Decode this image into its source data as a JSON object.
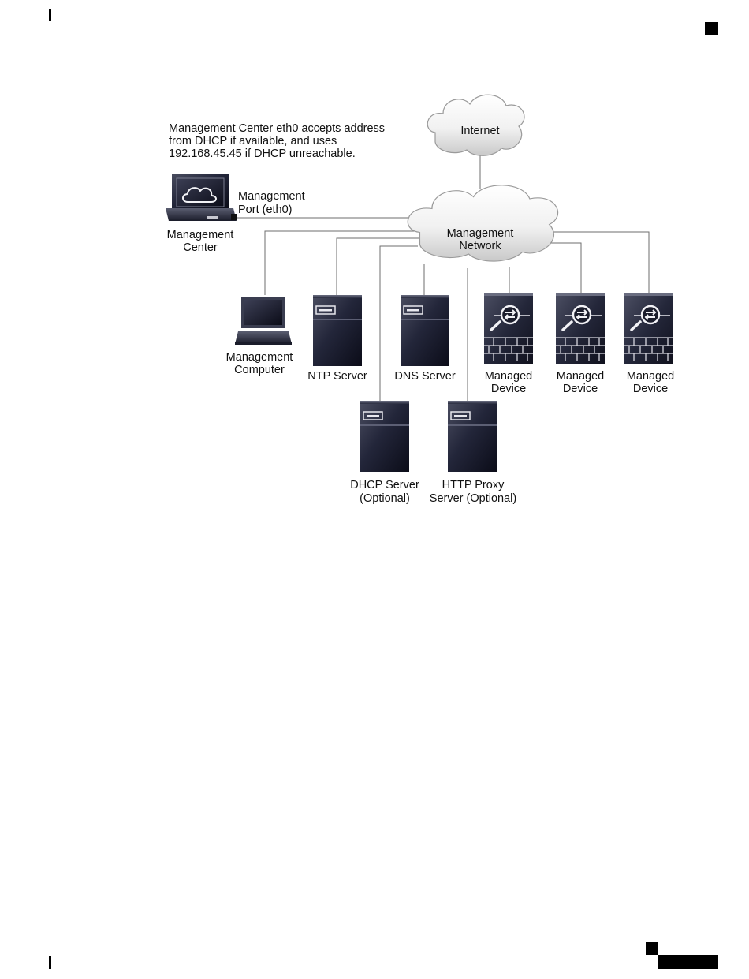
{
  "note": {
    "lines": [
      "Management Center eth0 accepts address",
      "from DHCP if available, and uses",
      "192.168.45.45 if DHCP unreachable."
    ]
  },
  "internet": {
    "label": "Internet"
  },
  "management_network": {
    "lines": [
      "Management",
      "Network"
    ]
  },
  "management_port": {
    "lines": [
      "Management",
      "Port (eth0)"
    ]
  },
  "management_center": {
    "lines": [
      "Management",
      "Center"
    ]
  },
  "management_computer": {
    "lines": [
      "Management",
      "Computer"
    ]
  },
  "ntp_server": {
    "label": "NTP Server"
  },
  "dns_server": {
    "label": "DNS Server"
  },
  "managed_devices": [
    {
      "lines": [
        "Managed",
        "Device"
      ]
    },
    {
      "lines": [
        "Managed",
        "Device"
      ]
    },
    {
      "lines": [
        "Managed",
        "Device"
      ]
    }
  ],
  "dhcp_server": {
    "lines": [
      "DHCP Server",
      "(Optional)"
    ]
  },
  "http_proxy": {
    "lines": [
      "HTTP Proxy",
      "Server (Optional)"
    ]
  }
}
